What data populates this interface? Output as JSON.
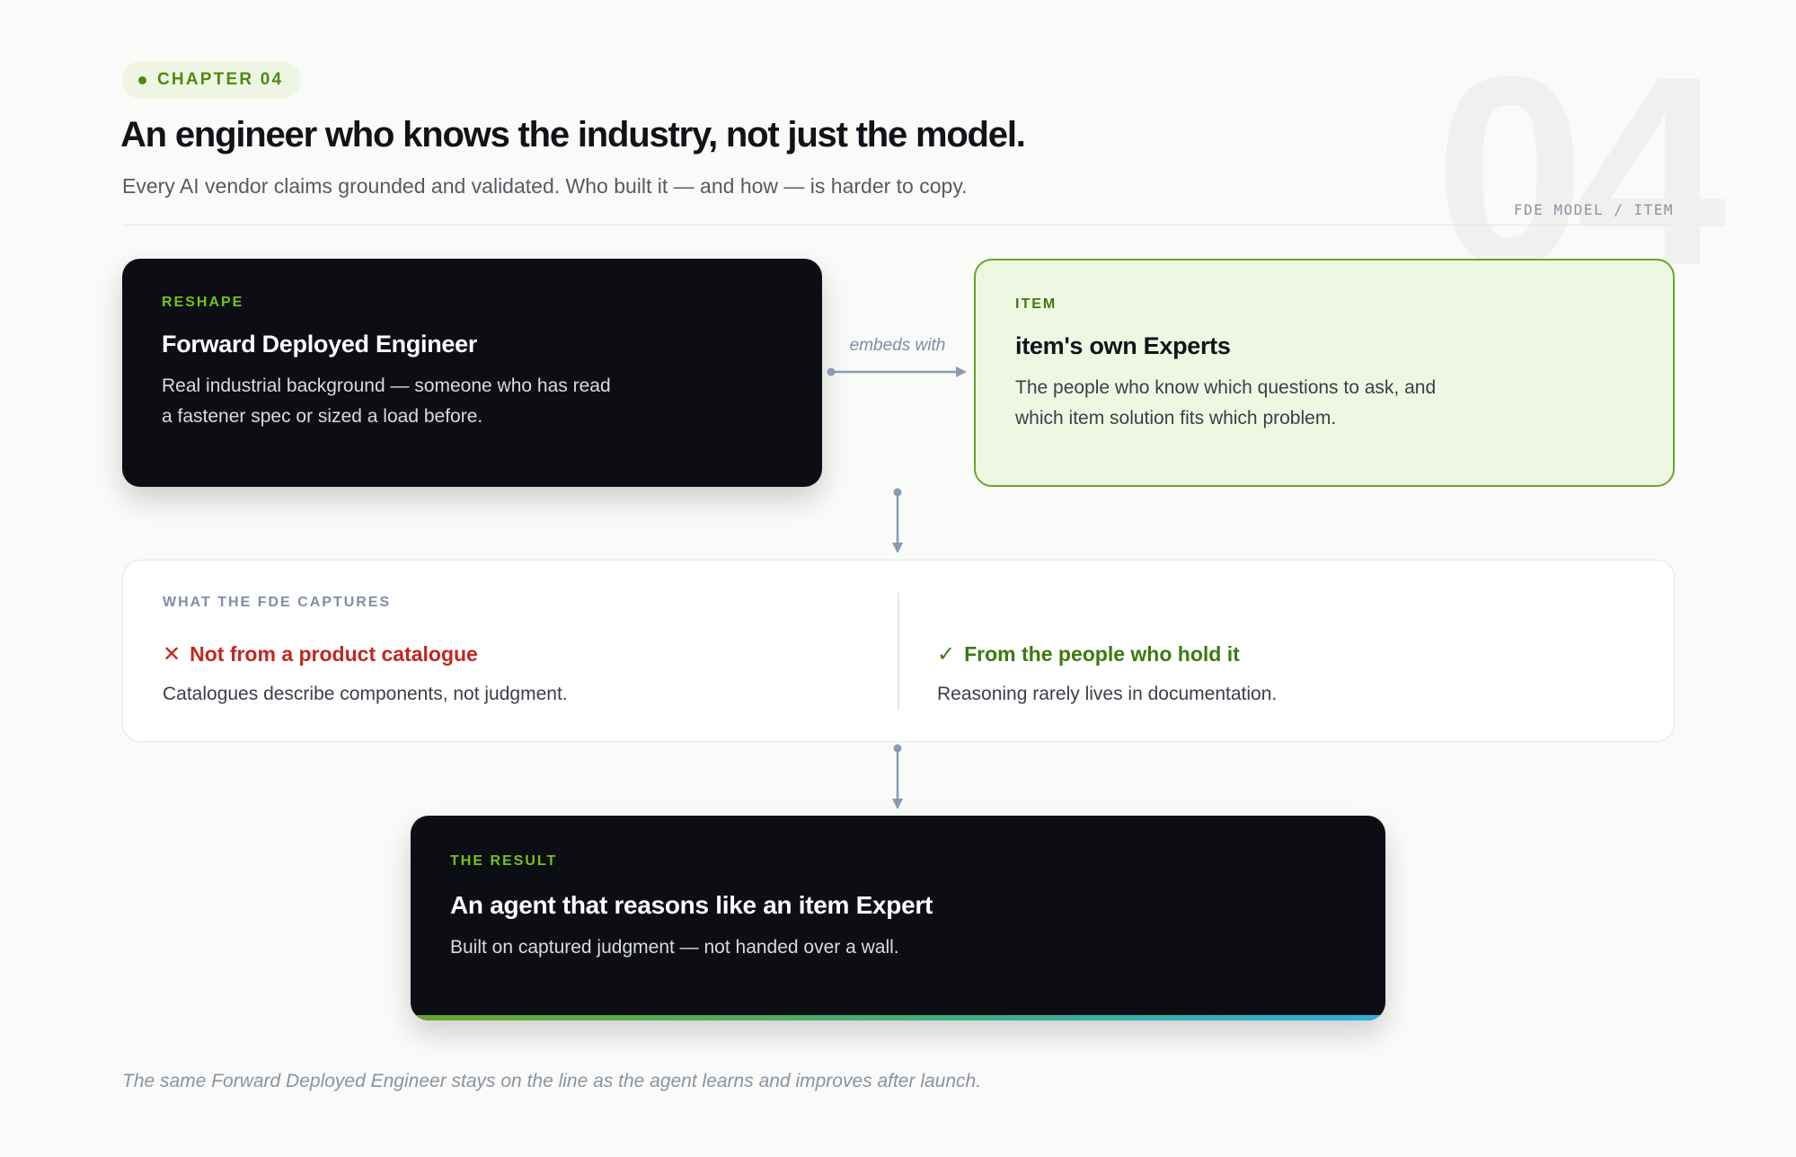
{
  "header": {
    "chapter_label": "CHAPTER 04",
    "watermark": "04",
    "title": "An engineer who knows the industry, not just the model.",
    "subtitle": "Every AI vendor claims grounded and validated. Who built it — and how — is harder to copy.",
    "meta_label": "FDE MODEL / ITEM"
  },
  "fde_card": {
    "eyebrow": "RESHAPE",
    "heading": "Forward Deployed Engineer",
    "body": "Real industrial background — someone who has read a fastener spec or sized a load before."
  },
  "connector": {
    "label": "embeds with"
  },
  "item_card": {
    "eyebrow": "ITEM",
    "heading": "item's own Experts",
    "body": "The people who know which questions to ask, and which item solution fits which problem."
  },
  "captures": {
    "eyebrow": "WHAT THE FDE CAPTURES",
    "negative": {
      "icon": "cross-icon",
      "mark": "✕",
      "heading": "Not from a product catalogue",
      "body": "Catalogues describe components, not judgment."
    },
    "positive": {
      "icon": "check-icon",
      "mark": "✓",
      "heading": "From the people who hold it",
      "body": "Reasoning rarely lives in documentation."
    }
  },
  "result_card": {
    "eyebrow": "THE RESULT",
    "heading": "An agent that reasons like an item Expert",
    "body": "Built on captured judgment — not handed over a wall."
  },
  "footnote": "The same Forward Deployed Engineer stays on the line as the agent learns and improves after launch.",
  "colors": {
    "accent_green": "#72c21b",
    "dark_card": "#0d0e14",
    "item_card_bg": "#eef7e2",
    "item_card_border": "#6aa52c",
    "negative": "#c0281f",
    "positive": "#3c7a12",
    "connector": "#8a9ab2"
  }
}
